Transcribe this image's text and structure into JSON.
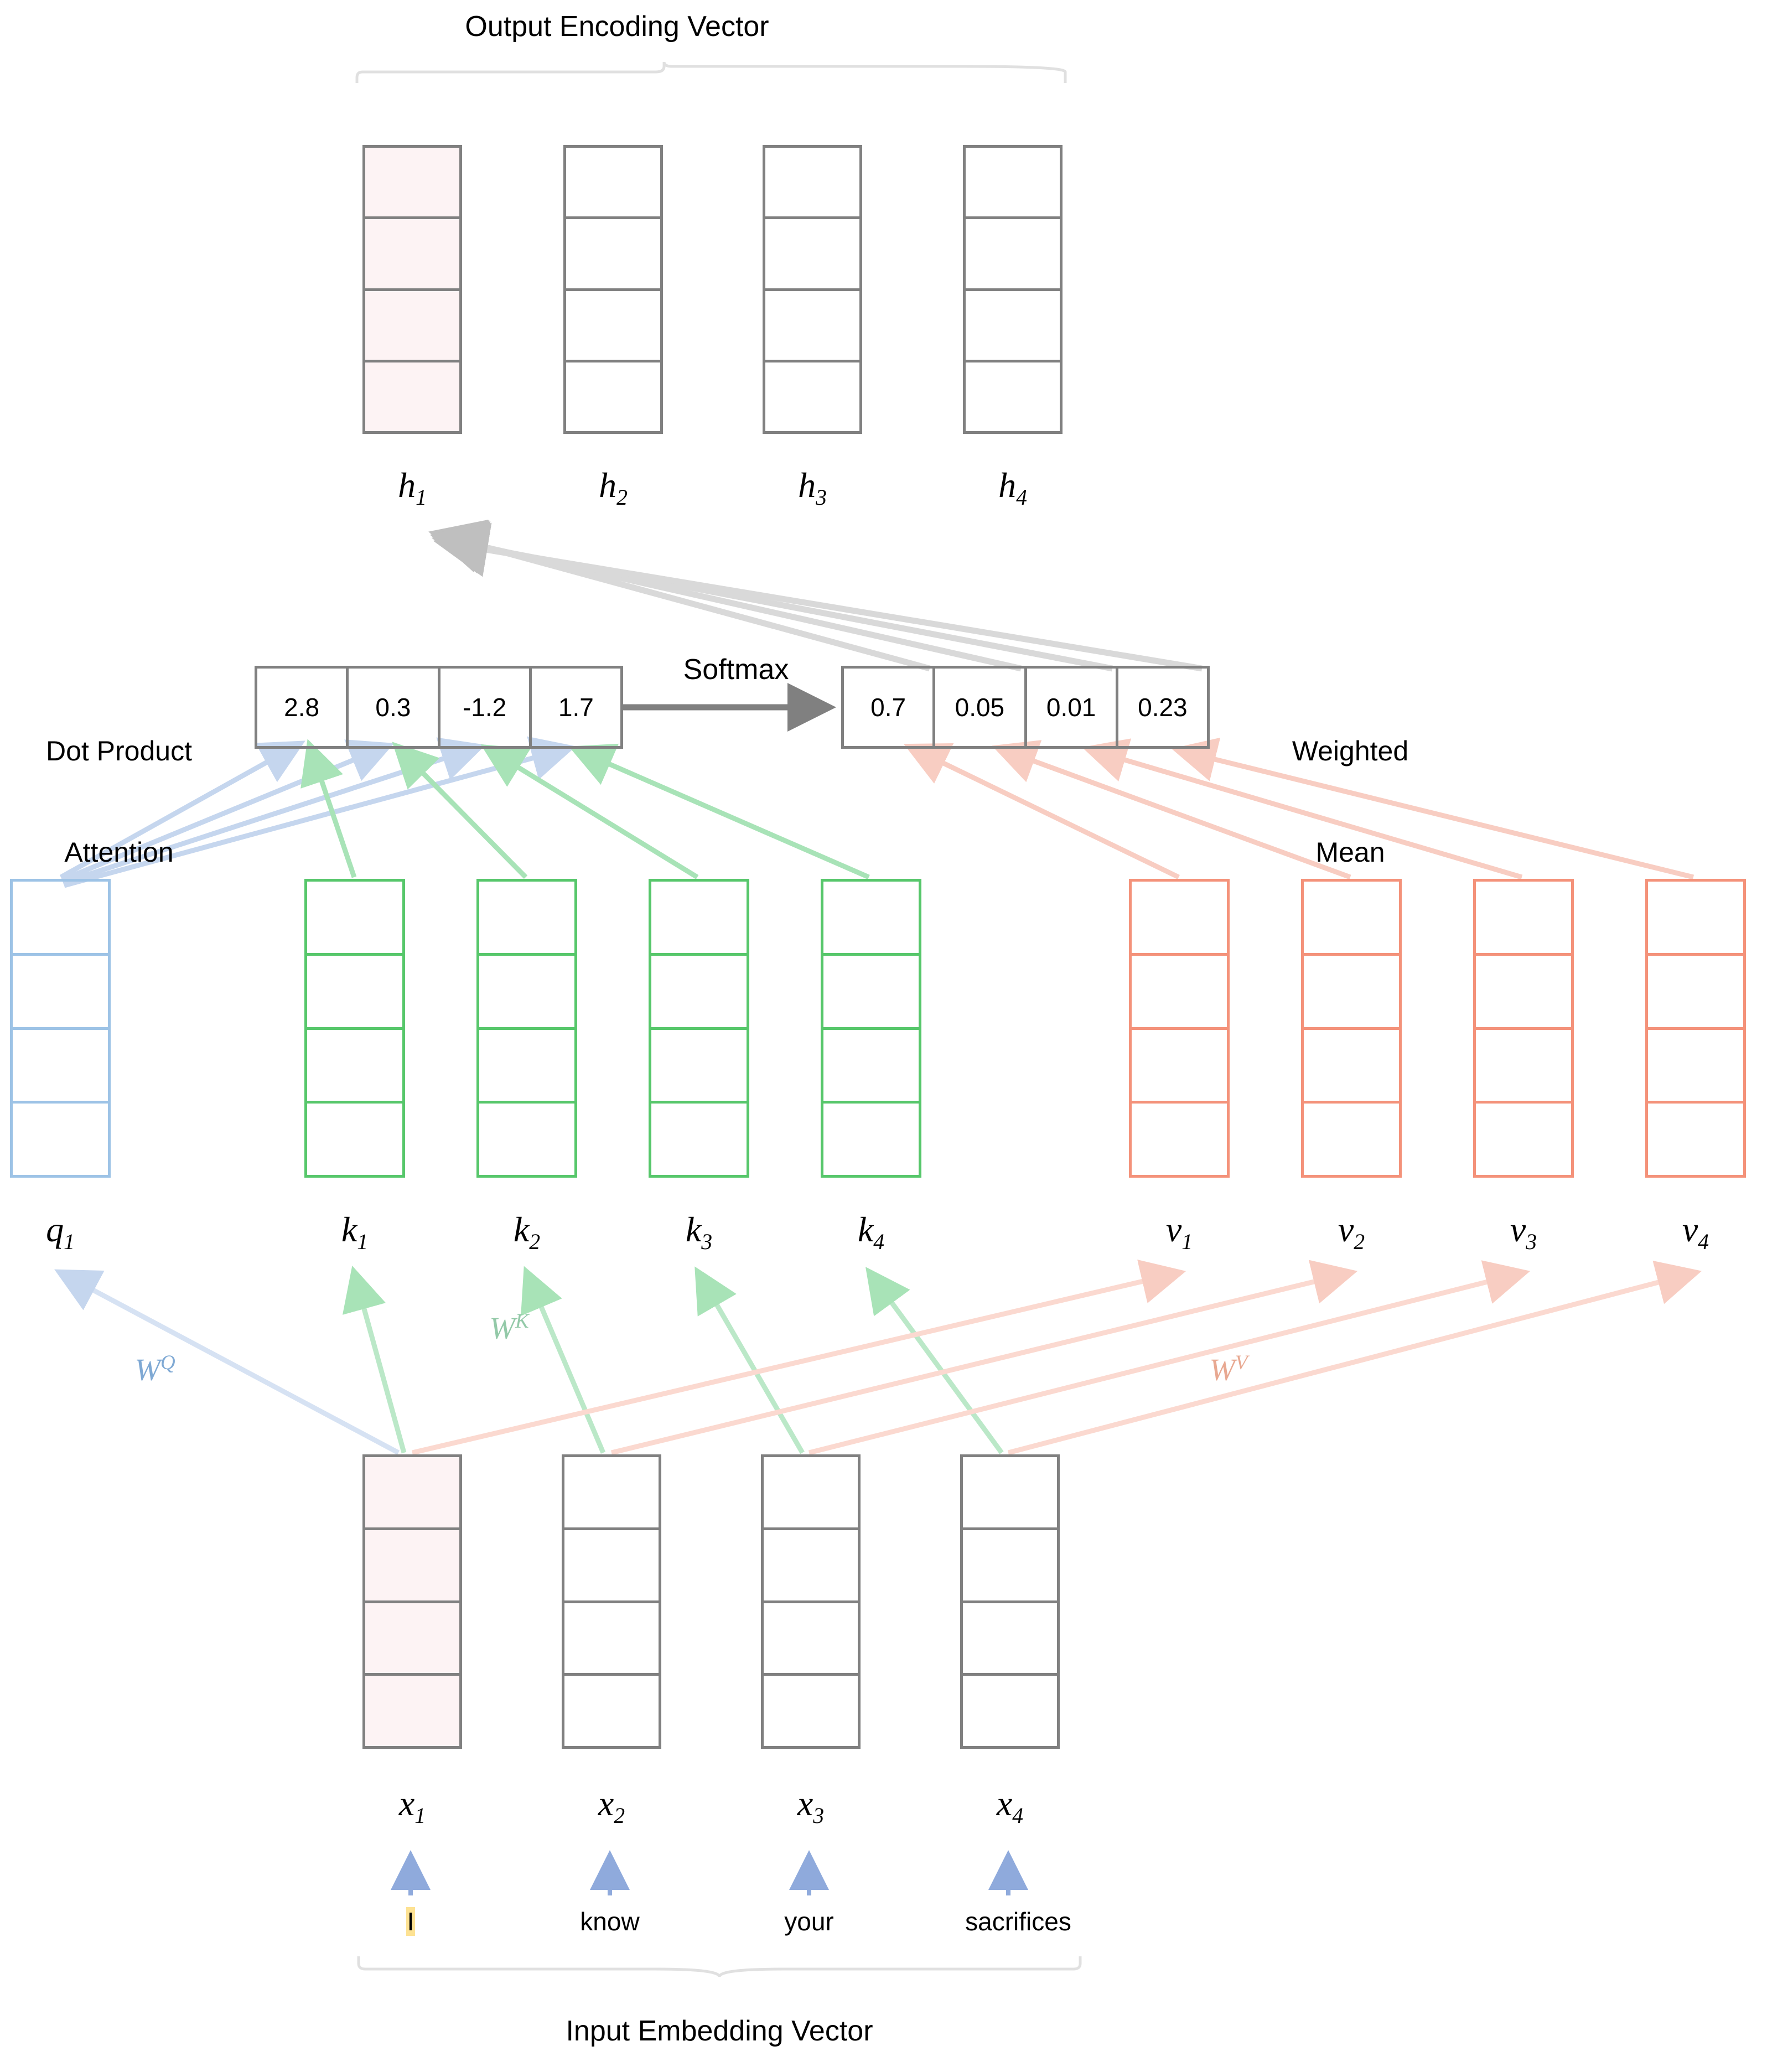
{
  "diagram": {
    "title_top": "Output Encoding Vector",
    "title_bottom": "Input Embedding Vector",
    "softmax_label": "Softmax",
    "left_block_label_line1": "Dot Product",
    "left_block_label_line2": "Attention",
    "right_block_label_line1": "Weighted",
    "right_block_label_line2": "Mean"
  },
  "output_vectors": [
    {
      "label_base": "h",
      "label_sub": "1",
      "highlighted": true
    },
    {
      "label_base": "h",
      "label_sub": "2",
      "highlighted": false
    },
    {
      "label_base": "h",
      "label_sub": "3",
      "highlighted": false
    },
    {
      "label_base": "h",
      "label_sub": "4",
      "highlighted": false
    }
  ],
  "attention_scores": {
    "name": "Dot Product Attention",
    "values": [
      "2.8",
      "0.3",
      "-1.2",
      "1.7"
    ]
  },
  "softmax_weights": {
    "name": "Weighted Mean",
    "values": [
      "0.7",
      "0.05",
      "0.01",
      "0.23"
    ]
  },
  "query_vectors": [
    {
      "label_base": "q",
      "label_sub": "1"
    }
  ],
  "key_vectors": [
    {
      "label_base": "k",
      "label_sub": "1"
    },
    {
      "label_base": "k",
      "label_sub": "2"
    },
    {
      "label_base": "k",
      "label_sub": "3"
    },
    {
      "label_base": "k",
      "label_sub": "4"
    }
  ],
  "value_vectors": [
    {
      "label_base": "v",
      "label_sub": "1"
    },
    {
      "label_base": "v",
      "label_sub": "2"
    },
    {
      "label_base": "v",
      "label_sub": "3"
    },
    {
      "label_base": "v",
      "label_sub": "4"
    }
  ],
  "weight_matrices": [
    {
      "base": "W",
      "sup": "Q",
      "color": "#7FA9D4"
    },
    {
      "base": "W",
      "sup": "K",
      "color": "#93C9A8"
    },
    {
      "base": "W",
      "sup": "V",
      "color": "#E8A891"
    }
  ],
  "input_vectors": [
    {
      "label_base": "x",
      "label_sub": "1",
      "highlighted": true
    },
    {
      "label_base": "x",
      "label_sub": "2",
      "highlighted": false
    },
    {
      "label_base": "x",
      "label_sub": "3",
      "highlighted": false
    },
    {
      "label_base": "x",
      "label_sub": "4",
      "highlighted": false
    }
  ],
  "tokens": [
    "I",
    "know",
    "your",
    "sacrifices"
  ],
  "colors": {
    "query": "#9DC3E6",
    "key": "#57C76B",
    "value": "#F4927A",
    "box_border": "#808080",
    "highlight_fill": "#FDF3F4",
    "token_highlight": "#FDE293",
    "arrow_gray": "#D4D4D4",
    "arrow_blue_token": "#8FAADC"
  }
}
